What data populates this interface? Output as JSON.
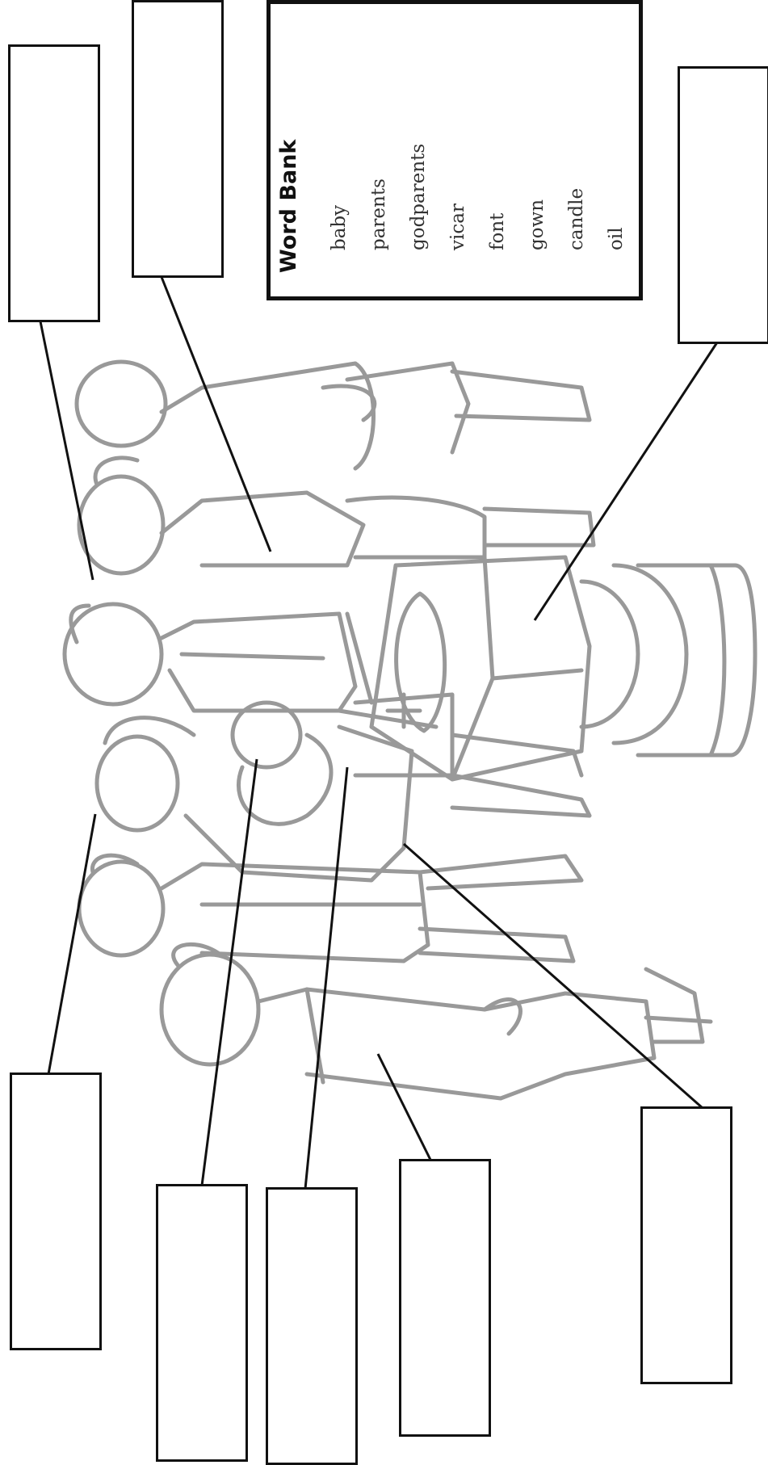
{
  "word_bank": {
    "title": "Word Bank",
    "words": [
      "baby",
      "parents",
      "godparents",
      "vicar",
      "font",
      "gown",
      "candle",
      "oil"
    ]
  }
}
